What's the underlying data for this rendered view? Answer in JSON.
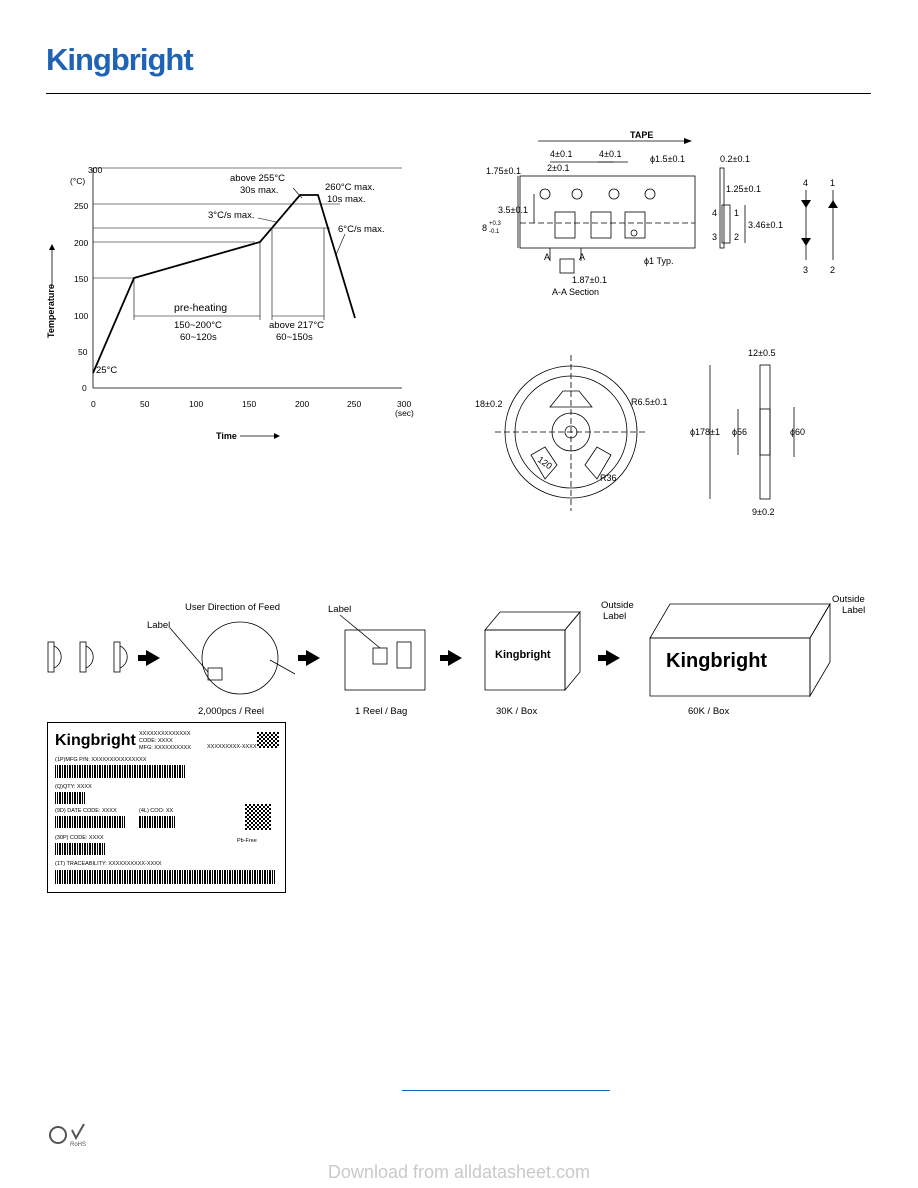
{
  "header": {
    "logo": "Kingbright"
  },
  "reflow": {
    "y_unit": "(°C)",
    "ylabel": "Temperature",
    "xlabel": "Time",
    "x_unit": "(sec)",
    "y_ticks": [
      "300",
      "250",
      "200",
      "150",
      "100",
      "50",
      "0"
    ],
    "x_ticks": [
      "0",
      "50",
      "100",
      "150",
      "200",
      "250",
      "300"
    ],
    "ann_above255": "above 255°C",
    "ann_30s": "30s max.",
    "ann_260": "260°C max.",
    "ann_10s": "10s max.",
    "ann_3cs": "3°C/s max.",
    "ann_6cs": "6°C/s max.",
    "ann_preheat": "pre-heating",
    "ann_150200": "150~200°C",
    "ann_60120": "60~120s",
    "ann_above217": "above 217°C",
    "ann_60150": "60~150s",
    "ann_25": "25°C"
  },
  "tape": {
    "title": "TAPE",
    "d_4a": "4±0.1",
    "d_4b": "4±0.1",
    "d_2": "2±0.1",
    "d_175": "1.75±0.1",
    "d_phi15": "ϕ1.5±0.1",
    "d_35": "3.5±0.1",
    "d_8": "8",
    "d_8tol_up": "+0.3",
    "d_8tol_dn": "-0.1",
    "d_phi1": "ϕ1 Typ.",
    "d_187": "1.87±0.1",
    "section": "A-A Section",
    "a_left": "A",
    "a_right": "A",
    "d_02": "0.2±0.1",
    "d_125": "1.25±0.1",
    "d_346": "3.46±0.1",
    "pin4": "4",
    "pin1": "1",
    "pin3": "3",
    "pin2": "2",
    "sch4": "4",
    "sch1": "1",
    "sch3": "3",
    "sch2": "2"
  },
  "reel": {
    "d_18": "18±0.2",
    "d_r65": "R6.5±0.1",
    "d_120": "120",
    "d_r36": "R36",
    "d_12": "12±0.5",
    "d_178": "ϕ178±1",
    "d_56": "ϕ56",
    "d_60": "ϕ60",
    "d_9": "9±0.2"
  },
  "packing": {
    "feed": "User Direction of Feed",
    "label1": "Label",
    "label2": "Label",
    "outside1a": "Outside",
    "outside1b": "Label",
    "outside2a": "Outside",
    "outside2b": "Label",
    "reel_qty": "2,000pcs / Reel",
    "bag": "1 Reel / Bag",
    "box30": "30K / Box",
    "box60": "60K / Box",
    "box_logo_small": "Kingbright",
    "box_logo_big": "Kingbright"
  },
  "label_card": {
    "logo": "Kingbright",
    "top1": "XXXXXXXXXXXXXX",
    "top2": "CODE: XXXX",
    "top3": "MFG: XXXXXXXXXX",
    "side": "XXXXXXXXX-XXXX",
    "pn": "(1P)MFG P/N: XXXXXXXXXXXXXXX",
    "qty": "(Q)QTY: XXXX",
    "date": "(9D) DATE CODE: XXXX",
    "coo": "(4L) COO: XX",
    "code": "(30P) CODE: XXXX",
    "trace": "(1T) TRACEABILITY: XXXXXXXXXX-XXXX",
    "pbfree": "Pb-Free"
  },
  "footer": {
    "watermark": "Download from alldatasheet.com",
    "rohs": "RoHS"
  }
}
